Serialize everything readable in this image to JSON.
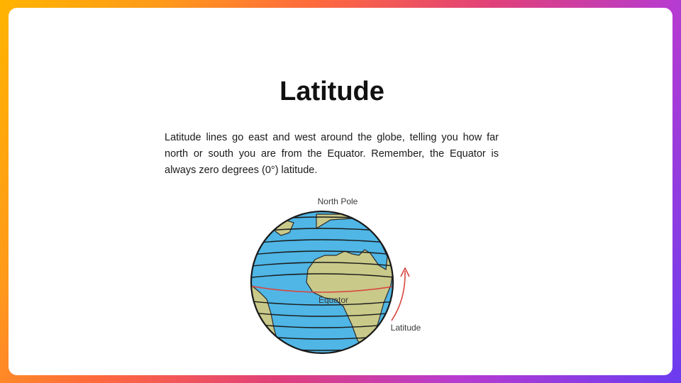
{
  "slide": {
    "title": "Latitude",
    "body": "Latitude lines go east and west around the globe, telling you how far north or south you are from the Equator. Remember, the Equator is always zero degrees (0°) latitude."
  },
  "figure": {
    "north_pole_label": "North Pole",
    "equator_label": "Equator",
    "latitude_label": "Latitude",
    "colors": {
      "ocean": "#4fb6e6",
      "land": "#c9c98a",
      "equator_line": "#d9473f",
      "arrow": "#d9473f"
    }
  }
}
